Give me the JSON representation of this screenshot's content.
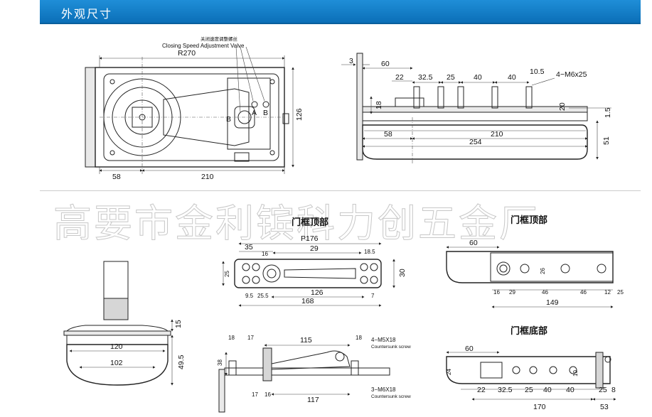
{
  "header": {
    "title": "外观尺寸"
  },
  "watermark": "高要市金利镔科力创五金厂",
  "view1": {
    "label_cn": "关闭速度调整螺丝",
    "label_en": "Closing Speed Adjustment Valve",
    "r270": "R270",
    "d58": "58",
    "d210": "210",
    "d126": "126",
    "mark_a": "A",
    "mark_b": "B",
    "mark_b2": "B"
  },
  "view2": {
    "d3": "3",
    "d60": "60",
    "d22": "22",
    "d32_5": "32.5",
    "d25": "25",
    "d40a": "40",
    "d40b": "40",
    "d10_5": "10.5",
    "screw": "4−M6x25",
    "d18": "18",
    "d20": "20",
    "d1_5": "1.5",
    "d58": "58",
    "d210": "210",
    "d254": "254",
    "d51": "51"
  },
  "view3": {
    "d120": "120",
    "d102": "102",
    "d15": "15",
    "d49_5": "49.5"
  },
  "view4": {
    "title": "门框顶部",
    "p176": "P176",
    "d35": "35",
    "d16": "16",
    "d29": "29",
    "d18_5": "18.5",
    "d25": "25",
    "d30": "30",
    "d9_5": "9.5",
    "d25_5": "25.5",
    "d126": "126",
    "d7": "7",
    "d168": "168"
  },
  "view5": {
    "d18a": "18",
    "d17a": "17",
    "d115": "115",
    "d18b": "18",
    "screw1": "4−M5X18",
    "screw1_sub": "Countersunk screw",
    "d38": "38",
    "d17b": "17",
    "d16": "16",
    "d117": "117",
    "screw2": "3−M6X18",
    "screw2_sub": "Countersunk screw"
  },
  "view6": {
    "title": "门框顶部",
    "d60": "60",
    "d26": "26",
    "d16": "16",
    "d29": "29",
    "d46a": "46",
    "d46b": "46",
    "d12": "12",
    "d25": "25",
    "d149": "149"
  },
  "view7": {
    "title": "门框底部",
    "d60": "60",
    "d24": "24",
    "d10": "10",
    "d22": "22",
    "d32_5": "32.5",
    "d25a": "25",
    "d40a": "40",
    "d40b": "40",
    "d25b": "25",
    "d8": "8",
    "d170": "170",
    "d53": "53"
  }
}
